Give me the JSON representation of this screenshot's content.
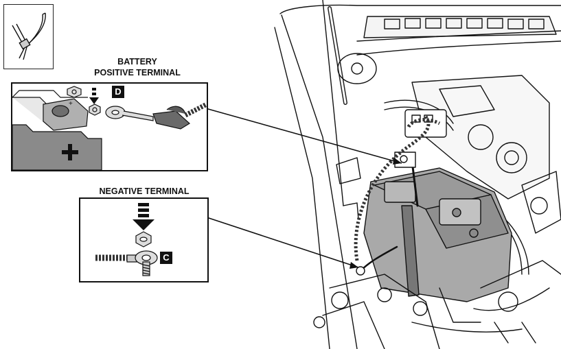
{
  "labels": {
    "battery_positive_line1": "BATTERY",
    "battery_positive_line2": "POSITIVE TERMINAL",
    "negative_terminal": "NEGATIVE TERMINAL",
    "callout_d": "D",
    "callout_c": "C"
  },
  "icons": {
    "tool": "cable-tie-icon"
  }
}
